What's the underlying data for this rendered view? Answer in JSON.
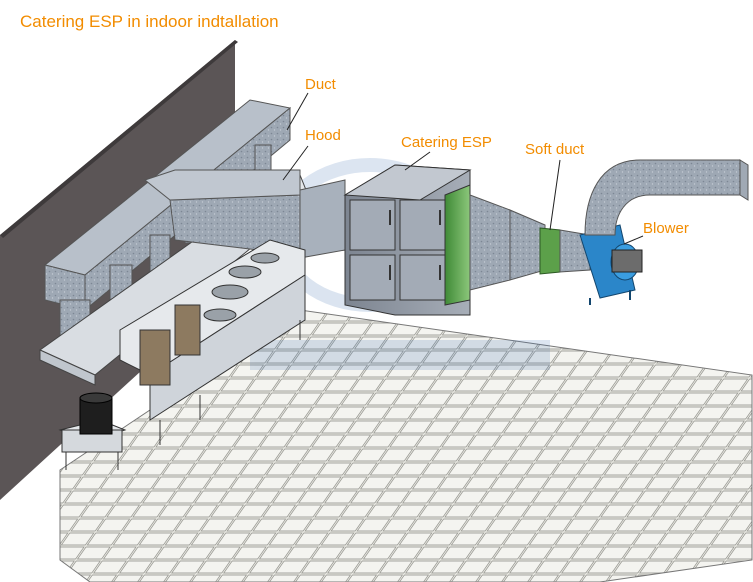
{
  "title": "Catering ESP in indoor indtallation",
  "labels": {
    "duct": "Duct",
    "hood": "Hood",
    "esp": "Catering ESP",
    "soft_duct": "Soft duct",
    "blower": "Blower"
  },
  "colors": {
    "label": "#f28c00",
    "wall": "#5b5556",
    "duct": "#9aa4b0",
    "floor_tile": "#e8e8e2",
    "esp_body": "#8f97a3",
    "filter_green": "#5ca04a",
    "blower_blue": "#2b86c9"
  }
}
